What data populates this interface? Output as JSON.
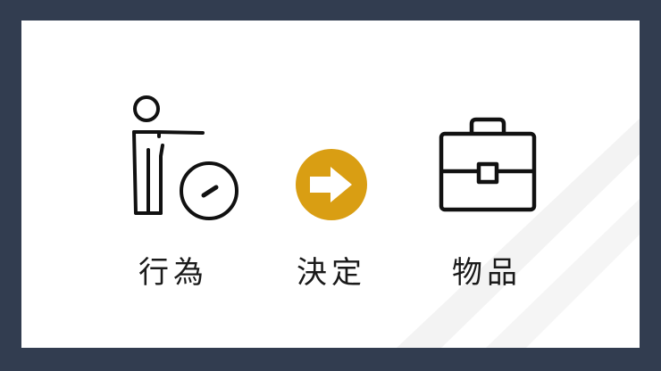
{
  "slide": {
    "colors": {
      "frame": "#323d50",
      "background": "#ffffff",
      "accent": "#d99e13",
      "ink": "#111111"
    },
    "items": [
      {
        "icon": "person-clock-icon",
        "label": "行為"
      },
      {
        "icon": "arrow-right-circle-icon",
        "label": "決定"
      },
      {
        "icon": "briefcase-icon",
        "label": "物品"
      }
    ]
  }
}
